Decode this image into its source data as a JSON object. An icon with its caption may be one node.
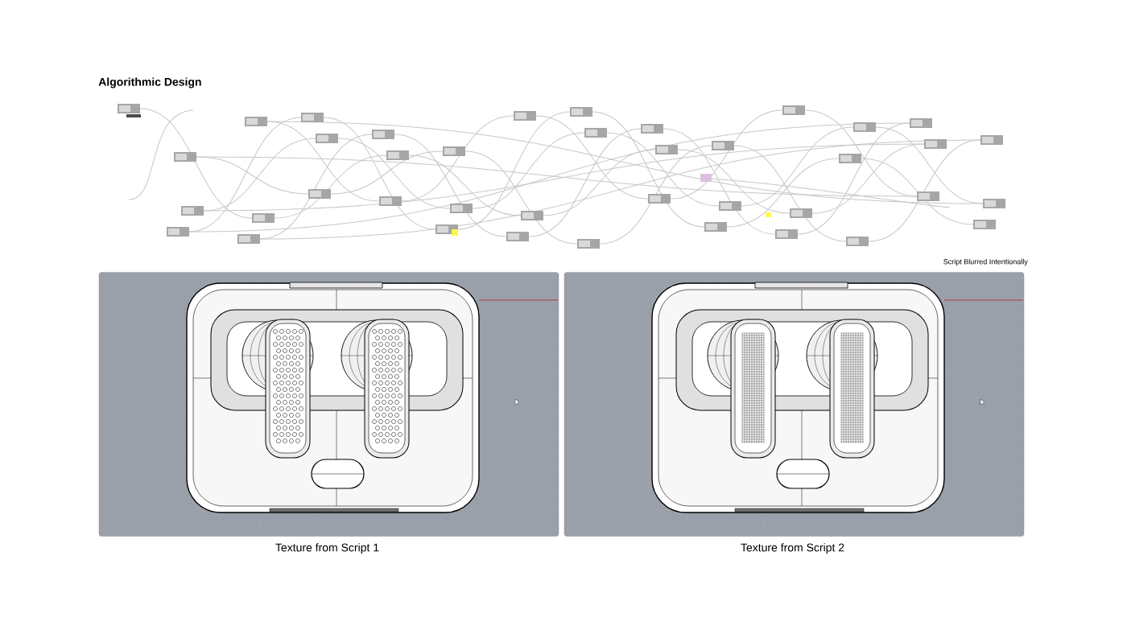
{
  "diagram": {
    "title": "Algorithmic Design",
    "nodes": [
      {
        "text": [],
        "shape": "picture",
        "beside": [
          "Texture from Script 1"
        ]
      },
      {
        "text": [],
        "shape": "picture",
        "beside": [
          "Texture from Script 2"
        ]
      }
    ],
    "labels": [
      "Script Blurred Intentionally"
    ]
  }
}
